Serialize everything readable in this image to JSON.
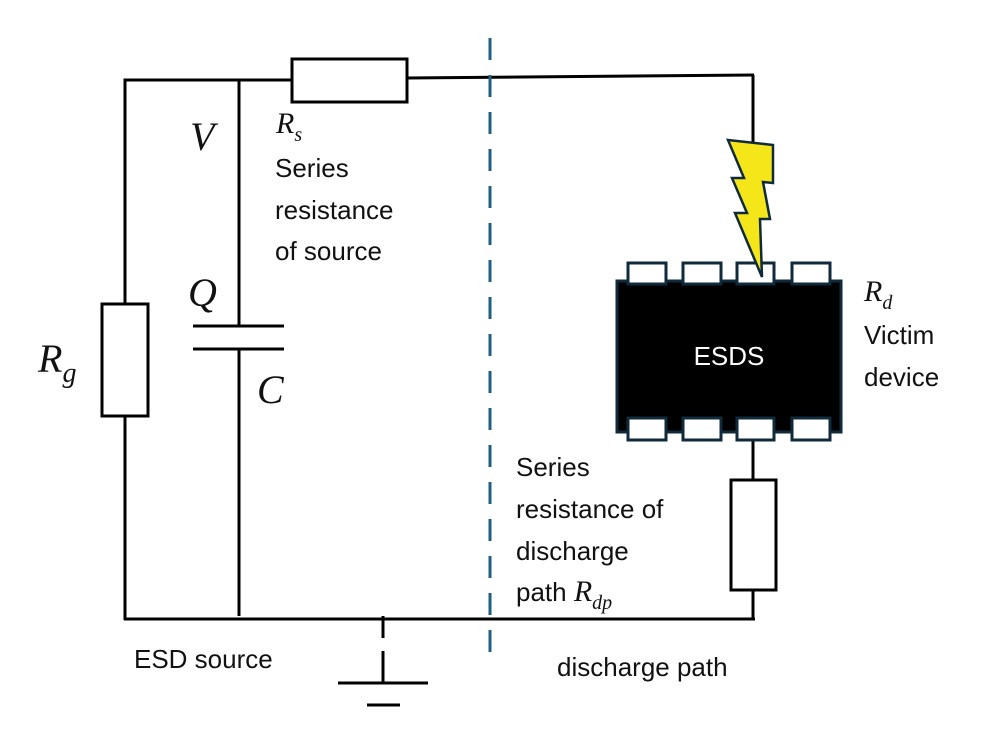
{
  "colors": {
    "wire": "#000000",
    "divider": "#1f5f84",
    "bolt": "#f5e61a",
    "chip": "#000000",
    "chip_outline": "#0f2a3a"
  },
  "labels": {
    "V": "V",
    "Q": "Q",
    "C": "C",
    "Rg_main": "R",
    "Rg_sub": "g",
    "Rs_main": "R",
    "Rs_sub": "s",
    "rs_desc": [
      "Series",
      "resistance",
      "of source"
    ],
    "Rd_main": "R",
    "Rd_sub": "d",
    "rd_desc": [
      "Victim",
      "device"
    ],
    "chip": "ESDS",
    "rdp_desc": [
      "Series",
      "resistance of",
      "discharge"
    ],
    "rdp_path": "path ",
    "Rdp_main": "R",
    "Rdp_sub": "dp",
    "esd_source": "ESD source",
    "discharge_path": "discharge path"
  },
  "icons": {
    "bolt": "lightning-bolt-icon",
    "ground": "ground-symbol-icon"
  }
}
